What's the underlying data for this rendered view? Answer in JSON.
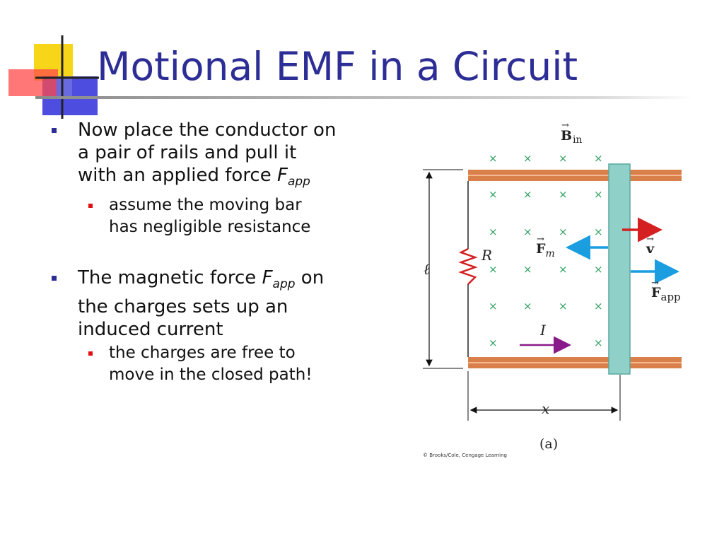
{
  "title": "Motional EMF in a Circuit",
  "bullets": [
    {
      "text_lines": [
        "Now place the conductor on",
        "a pair of rails and pull it",
        "with an applied force "
      ],
      "symbol": "F",
      "subscript": "app",
      "after": "",
      "sub_bullets": [
        {
          "lines": [
            "assume the moving bar",
            "has negligible resistance"
          ]
        }
      ]
    },
    {
      "text_before": "The magnetic force ",
      "symbol": "F",
      "subscript": "app",
      "text_after": " on",
      "text_lines": [
        "the charges sets up an",
        "induced current"
      ],
      "sub_bullets": [
        {
          "lines": [
            "the charges are free to",
            "move in the closed path!"
          ]
        }
      ]
    }
  ],
  "diagram": {
    "field_label": "B",
    "field_subscript": "in",
    "resistor_label": "R",
    "length_label": "ℓ",
    "current_label": "I",
    "fm_label": "F",
    "fm_subscript": "m",
    "velocity_label": "v",
    "fapp_label": "F",
    "fapp_subscript": "app",
    "position_label": "x",
    "panel_label": "(a)",
    "field_mark": "×",
    "credit": "© Brooks/Cole, Cengage Learning"
  },
  "colors": {
    "title": "#2d2d96",
    "rail": "#d9804a",
    "bar": "#8fd1c9",
    "field_mark": "#2fa060",
    "resistor": "#d42020",
    "velocity_arrow": "#d42020",
    "force_arrow": "#1a9ee0",
    "current_arrow": "#8a1a8a"
  }
}
